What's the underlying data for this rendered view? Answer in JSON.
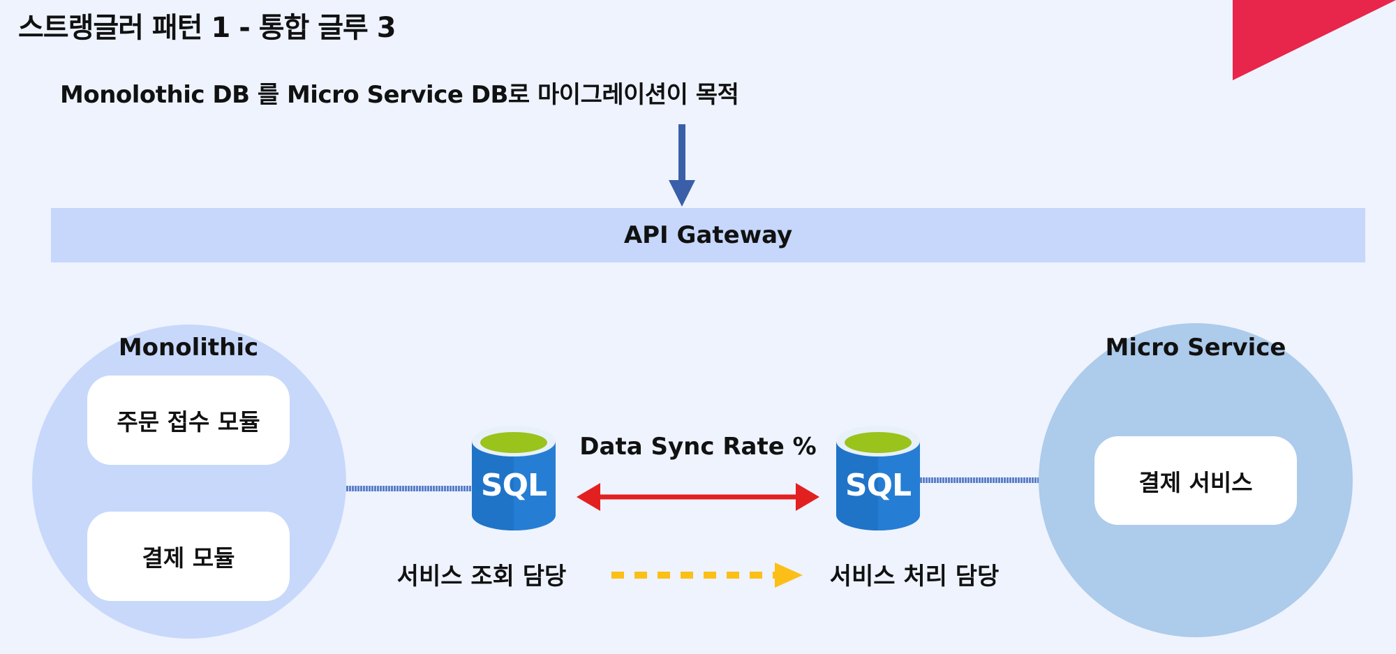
{
  "title": "스트랭글러 패턴 1 - 통합 글루 3",
  "subtitle": "Monolothic DB 를 Micro Service DB로 마이그레이션이 목적",
  "gateway": {
    "label": "API Gateway"
  },
  "monolithic": {
    "label": "Monolithic",
    "modules": [
      "주문 접수 모듈",
      "결제 모듈"
    ]
  },
  "micro_service": {
    "label": "Micro Service",
    "modules": [
      "결제 서비스"
    ]
  },
  "databases": {
    "left": {
      "icon_text": "SQL",
      "caption": "서비스 조회 담당"
    },
    "right": {
      "icon_text": "SQL",
      "caption": "서비스 처리 담당"
    }
  },
  "sync": {
    "label": "Data Sync Rate %"
  },
  "colors": {
    "background": "#eef3fe",
    "accent_corner": "#e8254a",
    "gateway": "#c6d7fb",
    "monolithic_circle": "#c7d8fb",
    "micro_circle": "#adcbea",
    "arrow_down": "#3a5fa8",
    "sync_arrow": "#e32020",
    "dashed_arrow": "#fbbf18",
    "connector": "#5a7fc8",
    "db_body": "#1f74c8",
    "db_top": "#9ac31c"
  }
}
